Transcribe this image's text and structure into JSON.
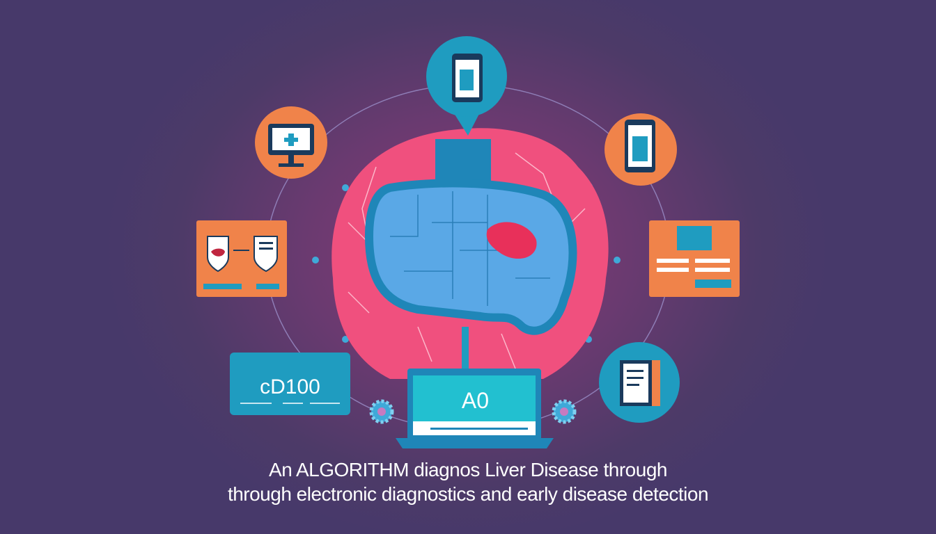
{
  "caption": {
    "line1": "An ALGORITHM diagnos Liver Disease through",
    "line2": "through electronic diagnostics and early disease detection"
  },
  "readout_panel": {
    "value": "cD100"
  },
  "laptop": {
    "screen_text": "A0"
  },
  "colors": {
    "background": "#4d3a68",
    "pink": "#f0507e",
    "teal": "#1f9cc0",
    "orange": "#f0834a",
    "organ_blue": "#5aa8e6"
  }
}
